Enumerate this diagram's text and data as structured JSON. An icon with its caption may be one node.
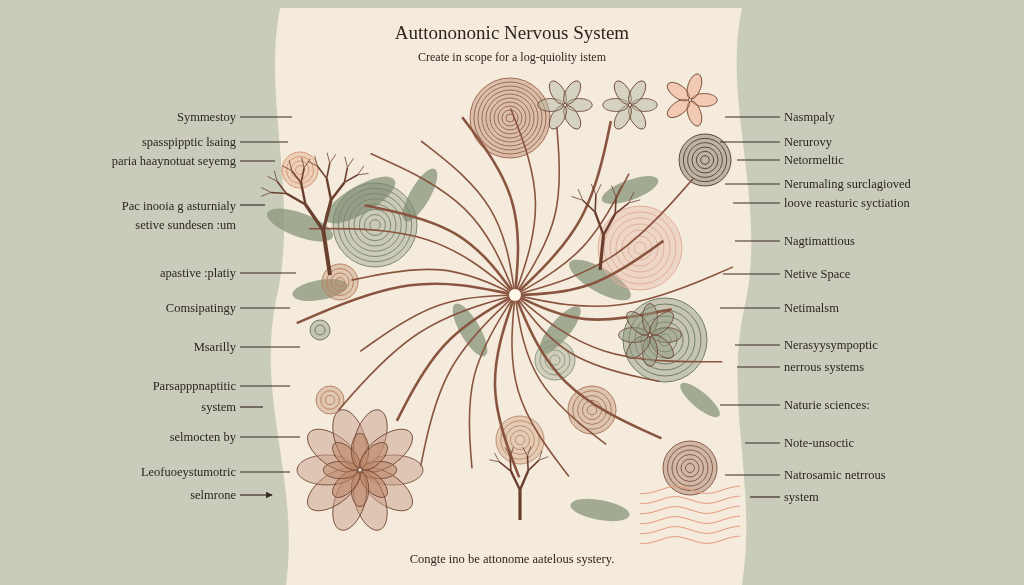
{
  "diagram": {
    "title": "Auttonononic Nervous System",
    "caption": "Congte ino be attonome aatelous systery.",
    "nodes": [
      {
        "text": [
          "Symmestoy"
        ]
      },
      {
        "text": [
          "spasspipptic lsaing"
        ]
      },
      {
        "text": [
          "paria haaynotuat seyemg"
        ]
      },
      {
        "text": [
          "Pac inooia g asturnialy setive sundesen :um"
        ]
      },
      {
        "text": [
          "apastive :platiy"
        ]
      },
      {
        "text": [
          "Comsipatingy"
        ]
      },
      {
        "text": [
          "Msarilly"
        ]
      },
      {
        "text": [
          "Parsapppnaptitic"
        ]
      },
      {
        "text": [
          "system"
        ]
      },
      {
        "text": [
          "selmocten by"
        ]
      },
      {
        "text": [
          "Leofuoeystumotric"
        ]
      },
      {
        "text": [
          "selmrone"
        ]
      },
      {
        "text": [
          "Nasmpaly"
        ]
      },
      {
        "text": [
          "Nerurovy"
        ]
      },
      {
        "text": [
          "Netormeltic"
        ]
      },
      {
        "text": [
          "Nerumaling surclagioved"
        ]
      },
      {
        "text": [
          "loove reasturic syctiation"
        ]
      },
      {
        "text": [
          "Nagtimattious"
        ]
      },
      {
        "text": [
          "Netive Space"
        ]
      },
      {
        "text": [
          "Netimalsm"
        ]
      },
      {
        "text": [
          "Nerasyysympoptic"
        ]
      },
      {
        "text": [
          "nerrous systems"
        ]
      },
      {
        "text": [
          "Naturie sciences:"
        ]
      },
      {
        "text": [
          "Note-unsoctic"
        ]
      },
      {
        "text": [
          "Natrosamic netrrous"
        ]
      },
      {
        "text": [
          "system"
        ]
      }
    ],
    "edges": [
      {
        "from": 0,
        "to": null,
        "arrow": "none"
      },
      {
        "from": 1,
        "to": null,
        "arrow": "none"
      },
      {
        "from": 2,
        "to": null,
        "arrow": "none"
      },
      {
        "from": 3,
        "to": null,
        "arrow": "none"
      },
      {
        "from": 4,
        "to": null,
        "arrow": "none"
      },
      {
        "from": 5,
        "to": null,
        "arrow": "none"
      },
      {
        "from": 6,
        "to": null,
        "arrow": "none"
      },
      {
        "from": 7,
        "to": null,
        "arrow": "none"
      },
      {
        "from": 8,
        "to": null,
        "arrow": "none"
      },
      {
        "from": 9,
        "to": null,
        "arrow": "none"
      },
      {
        "from": 10,
        "to": null,
        "arrow": "none"
      },
      {
        "from": 11,
        "to": null,
        "arrow": "to"
      },
      {
        "from": 12,
        "to": null,
        "arrow": "none"
      },
      {
        "from": 13,
        "to": null,
        "arrow": "none"
      },
      {
        "from": 14,
        "to": null,
        "arrow": "none"
      },
      {
        "from": 15,
        "to": null,
        "arrow": "none"
      },
      {
        "from": 16,
        "to": null,
        "arrow": "none"
      },
      {
        "from": 17,
        "to": null,
        "arrow": "none"
      },
      {
        "from": 18,
        "to": null,
        "arrow": "none"
      },
      {
        "from": 19,
        "to": null,
        "arrow": "none"
      },
      {
        "from": 20,
        "to": null,
        "arrow": "none"
      },
      {
        "from": 21,
        "to": null,
        "arrow": "none"
      },
      {
        "from": 22,
        "to": null,
        "arrow": "none"
      },
      {
        "from": 23,
        "to": null,
        "arrow": "none"
      },
      {
        "from": 24,
        "to": null,
        "arrow": "none"
      },
      {
        "from": 25,
        "to": null,
        "arrow": "none"
      }
    ],
    "labels": [
      "Create in scope for a log-quiolity istem"
    ]
  }
}
